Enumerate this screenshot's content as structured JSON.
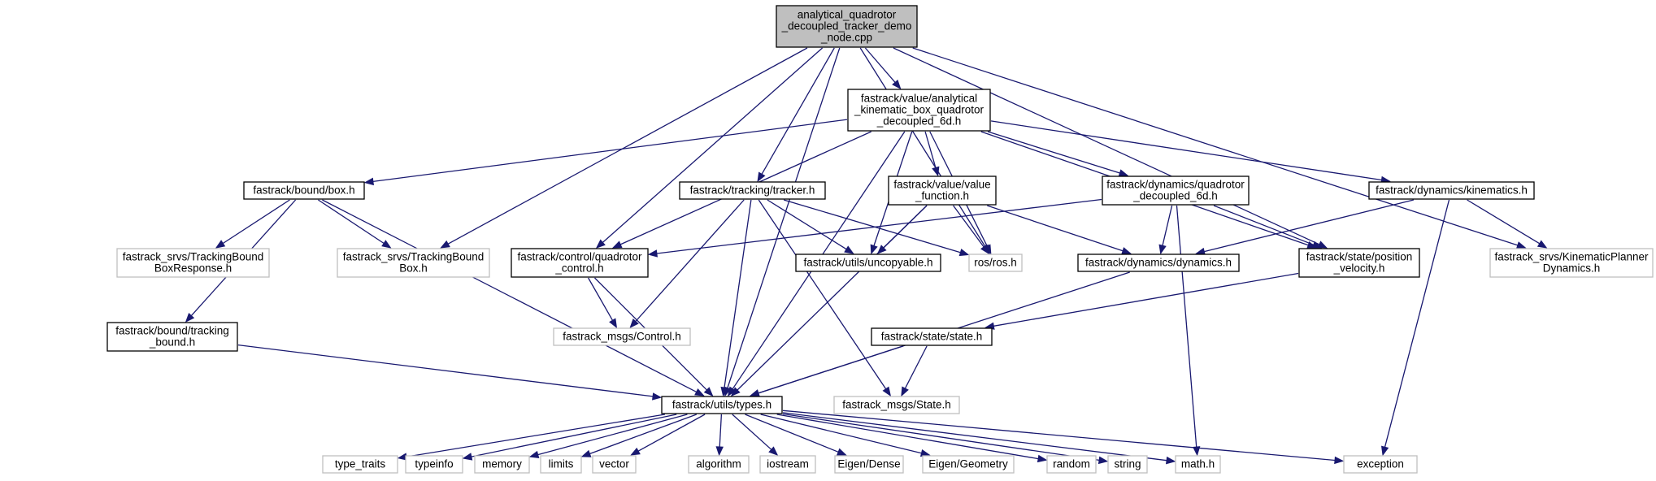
{
  "colors": {
    "edge": "#191970",
    "root_fill": "#bfbfbf",
    "documented_border": "#000000",
    "undocumented_border": "#bfbfbf",
    "background": "#ffffff"
  },
  "nodes": [
    {
      "id": "root",
      "lines": [
        "analytical_quadrotor",
        "_decoupled_tracker_demo",
        "_node.cpp"
      ],
      "kind": "root"
    },
    {
      "id": "analytical_kinematic",
      "lines": [
        "fastrack/value/analytical",
        "_kinematic_box_quadrotor",
        "_decoupled_6d.h"
      ],
      "kind": "documented"
    },
    {
      "id": "bound_box",
      "lines": [
        "fastrack/bound/box.h"
      ],
      "kind": "documented"
    },
    {
      "id": "tracker",
      "lines": [
        "fastrack/tracking/tracker.h"
      ],
      "kind": "documented"
    },
    {
      "id": "value_function",
      "lines": [
        "fastrack/value/value",
        "_function.h"
      ],
      "kind": "documented"
    },
    {
      "id": "dyn_quad",
      "lines": [
        "fastrack/dynamics/quadrotor",
        "_decoupled_6d.h"
      ],
      "kind": "documented"
    },
    {
      "id": "kinematics",
      "lines": [
        "fastrack/dynamics/kinematics.h"
      ],
      "kind": "documented"
    },
    {
      "id": "tb_response",
      "lines": [
        "fastrack_srvs/TrackingBound",
        "BoxResponse.h"
      ],
      "kind": "external"
    },
    {
      "id": "tb_box",
      "lines": [
        "fastrack_srvs/TrackingBound",
        "Box.h"
      ],
      "kind": "external"
    },
    {
      "id": "quad_control",
      "lines": [
        "fastrack/control/quadrotor",
        "_control.h"
      ],
      "kind": "documented"
    },
    {
      "id": "uncopyable",
      "lines": [
        "fastrack/utils/uncopyable.h"
      ],
      "kind": "documented"
    },
    {
      "id": "ros",
      "lines": [
        "ros/ros.h"
      ],
      "kind": "external"
    },
    {
      "id": "dynamics",
      "lines": [
        "fastrack/dynamics/dynamics.h"
      ],
      "kind": "documented"
    },
    {
      "id": "pos_vel",
      "lines": [
        "fastrack/state/position",
        "_velocity.h"
      ],
      "kind": "documented"
    },
    {
      "id": "kp_dyn",
      "lines": [
        "fastrack_srvs/KinematicPlanner",
        "Dynamics.h"
      ],
      "kind": "external"
    },
    {
      "id": "tracking_bound",
      "lines": [
        "fastrack/bound/tracking",
        "_bound.h"
      ],
      "kind": "documented"
    },
    {
      "id": "control_msg",
      "lines": [
        "fastrack_msgs/Control.h"
      ],
      "kind": "external"
    },
    {
      "id": "state",
      "lines": [
        "fastrack/state/state.h"
      ],
      "kind": "documented"
    },
    {
      "id": "types",
      "lines": [
        "fastrack/utils/types.h"
      ],
      "kind": "documented"
    },
    {
      "id": "state_msg",
      "lines": [
        "fastrack_msgs/State.h"
      ],
      "kind": "external"
    },
    {
      "id": "type_traits",
      "lines": [
        "type_traits"
      ],
      "kind": "external"
    },
    {
      "id": "typeinfo",
      "lines": [
        "typeinfo"
      ],
      "kind": "external"
    },
    {
      "id": "memory",
      "lines": [
        "memory"
      ],
      "kind": "external"
    },
    {
      "id": "limits",
      "lines": [
        "limits"
      ],
      "kind": "external"
    },
    {
      "id": "vector",
      "lines": [
        "vector"
      ],
      "kind": "external"
    },
    {
      "id": "algorithm",
      "lines": [
        "algorithm"
      ],
      "kind": "external"
    },
    {
      "id": "iostream",
      "lines": [
        "iostream"
      ],
      "kind": "external"
    },
    {
      "id": "eigen_dense",
      "lines": [
        "Eigen/Dense"
      ],
      "kind": "external"
    },
    {
      "id": "eigen_geometry",
      "lines": [
        "Eigen/Geometry"
      ],
      "kind": "external"
    },
    {
      "id": "random",
      "lines": [
        "random"
      ],
      "kind": "external"
    },
    {
      "id": "string",
      "lines": [
        "string"
      ],
      "kind": "external"
    },
    {
      "id": "math",
      "lines": [
        "math.h"
      ],
      "kind": "external"
    },
    {
      "id": "exception",
      "lines": [
        "exception"
      ],
      "kind": "external"
    }
  ],
  "edges": [
    [
      "root",
      "analytical_kinematic"
    ],
    [
      "root",
      "tracker"
    ],
    [
      "root",
      "quad_control"
    ],
    [
      "root",
      "tb_box"
    ],
    [
      "root",
      "ros"
    ],
    [
      "root",
      "pos_vel"
    ],
    [
      "root",
      "kp_dyn"
    ],
    [
      "root",
      "types"
    ],
    [
      "analytical_kinematic",
      "bound_box"
    ],
    [
      "analytical_kinematic",
      "value_function"
    ],
    [
      "analytical_kinematic",
      "dyn_quad"
    ],
    [
      "analytical_kinematic",
      "kinematics"
    ],
    [
      "analytical_kinematic",
      "quad_control"
    ],
    [
      "analytical_kinematic",
      "uncopyable"
    ],
    [
      "analytical_kinematic",
      "ros"
    ],
    [
      "analytical_kinematic",
      "pos_vel"
    ],
    [
      "analytical_kinematic",
      "types"
    ],
    [
      "bound_box",
      "tb_response"
    ],
    [
      "bound_box",
      "tb_box"
    ],
    [
      "bound_box",
      "tracking_bound"
    ],
    [
      "bound_box",
      "types"
    ],
    [
      "tracker",
      "uncopyable"
    ],
    [
      "tracker",
      "ros"
    ],
    [
      "tracker",
      "control_msg"
    ],
    [
      "tracker",
      "types"
    ],
    [
      "tracker",
      "state_msg"
    ],
    [
      "value_function",
      "uncopyable"
    ],
    [
      "value_function",
      "ros"
    ],
    [
      "value_function",
      "dynamics"
    ],
    [
      "value_function",
      "types"
    ],
    [
      "dyn_quad",
      "quad_control"
    ],
    [
      "dyn_quad",
      "dynamics"
    ],
    [
      "dyn_quad",
      "pos_vel"
    ],
    [
      "dyn_quad",
      "math"
    ],
    [
      "kinematics",
      "dynamics"
    ],
    [
      "kinematics",
      "kp_dyn"
    ],
    [
      "kinematics",
      "exception"
    ],
    [
      "quad_control",
      "control_msg"
    ],
    [
      "quad_control",
      "types"
    ],
    [
      "dynamics",
      "types"
    ],
    [
      "pos_vel",
      "state"
    ],
    [
      "tracking_bound",
      "types"
    ],
    [
      "state",
      "types"
    ],
    [
      "state",
      "state_msg"
    ],
    [
      "types",
      "type_traits"
    ],
    [
      "types",
      "typeinfo"
    ],
    [
      "types",
      "memory"
    ],
    [
      "types",
      "limits"
    ],
    [
      "types",
      "vector"
    ],
    [
      "types",
      "algorithm"
    ],
    [
      "types",
      "iostream"
    ],
    [
      "types",
      "eigen_dense"
    ],
    [
      "types",
      "eigen_geometry"
    ],
    [
      "types",
      "random"
    ],
    [
      "types",
      "string"
    ],
    [
      "types",
      "math"
    ],
    [
      "types",
      "exception"
    ]
  ]
}
